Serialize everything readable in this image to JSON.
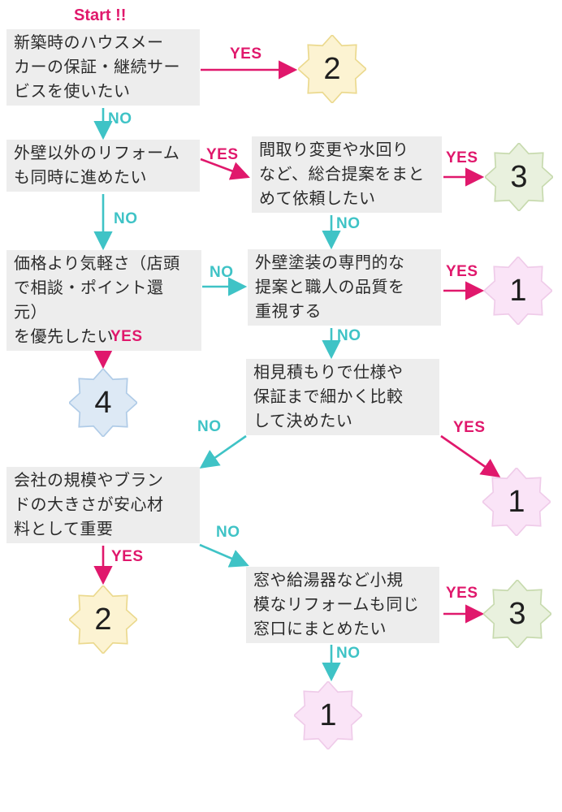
{
  "start_label": "Start !!",
  "colors": {
    "yes_arrow": "#E0186C",
    "no_arrow": "#3FC3C6",
    "box_background": "#EDEDED",
    "box_text": "#2B2B2B",
    "badge_yellow_fill": "#FCF3D2",
    "badge_yellow_border": "#EBD98E",
    "badge_green_fill": "#E9F1DE",
    "badge_green_border": "#C7DAAE",
    "badge_pink_fill": "#FAE4F7",
    "badge_pink_border": "#EFCBE9",
    "badge_blue_fill": "#DDE9F5",
    "badge_blue_border": "#AFCBE7"
  },
  "questions": [
    {
      "id": "q1",
      "text": "新築時のハウスメー\nカーの保証・継続サー\nビスを使いたい"
    },
    {
      "id": "q2",
      "text": "外壁以外のリフォーム\nも同時に進めたい"
    },
    {
      "id": "q3",
      "text": "間取り変更や水回り\nなど、総合提案をまと\nめて依頼したい"
    },
    {
      "id": "q4",
      "text": "価格より気軽さ（店頭\nで相談・ポイント還元）\nを優先したい"
    },
    {
      "id": "q5",
      "text": "外壁塗装の専門的な\n提案と職人の品質を\n重視する"
    },
    {
      "id": "q6",
      "text": "相見積もりで仕様や\n保証まで細かく比較\nして決めたい"
    },
    {
      "id": "q7",
      "text": "会社の規模やブラン\nドの大きさが安心材\n料として重要"
    },
    {
      "id": "q8",
      "text": "窓や給湯器など小規\n模なリフォームも同じ\n窓口にまとめたい"
    }
  ],
  "badges": [
    {
      "id": "result-2-top",
      "number": "2",
      "color": "yellow"
    },
    {
      "id": "result-3-top",
      "number": "3",
      "color": "green"
    },
    {
      "id": "result-1-top",
      "number": "1",
      "color": "pink"
    },
    {
      "id": "result-4",
      "number": "4",
      "color": "blue"
    },
    {
      "id": "result-1-middle",
      "number": "1",
      "color": "pink"
    },
    {
      "id": "result-2-bottom",
      "number": "2",
      "color": "yellow"
    },
    {
      "id": "result-3-bottom",
      "number": "3",
      "color": "green"
    },
    {
      "id": "result-1-bottom",
      "number": "1",
      "color": "pink"
    }
  ],
  "edges": [
    {
      "from": "q1",
      "to": "result-2-top",
      "label": "YES"
    },
    {
      "from": "q1",
      "to": "q2",
      "label": "NO"
    },
    {
      "from": "q2",
      "to": "q3",
      "label": "YES"
    },
    {
      "from": "q2",
      "to": "q4",
      "label": "NO"
    },
    {
      "from": "q3",
      "to": "result-3-top",
      "label": "YES"
    },
    {
      "from": "q3",
      "to": "q5",
      "label": "NO"
    },
    {
      "from": "q4",
      "to": "q5",
      "label": "NO"
    },
    {
      "from": "q4",
      "to": "result-4",
      "label": "YES"
    },
    {
      "from": "q5",
      "to": "result-1-top",
      "label": "YES"
    },
    {
      "from": "q5",
      "to": "q6",
      "label": "NO"
    },
    {
      "from": "q6",
      "to": "result-1-middle",
      "label": "YES"
    },
    {
      "from": "q6",
      "to": "q7",
      "label": "NO"
    },
    {
      "from": "q7",
      "to": "result-2-bottom",
      "label": "YES"
    },
    {
      "from": "q7",
      "to": "q8",
      "label": "NO"
    },
    {
      "from": "q8",
      "to": "result-3-bottom",
      "label": "YES"
    },
    {
      "from": "q8",
      "to": "result-1-bottom",
      "label": "NO"
    }
  ]
}
